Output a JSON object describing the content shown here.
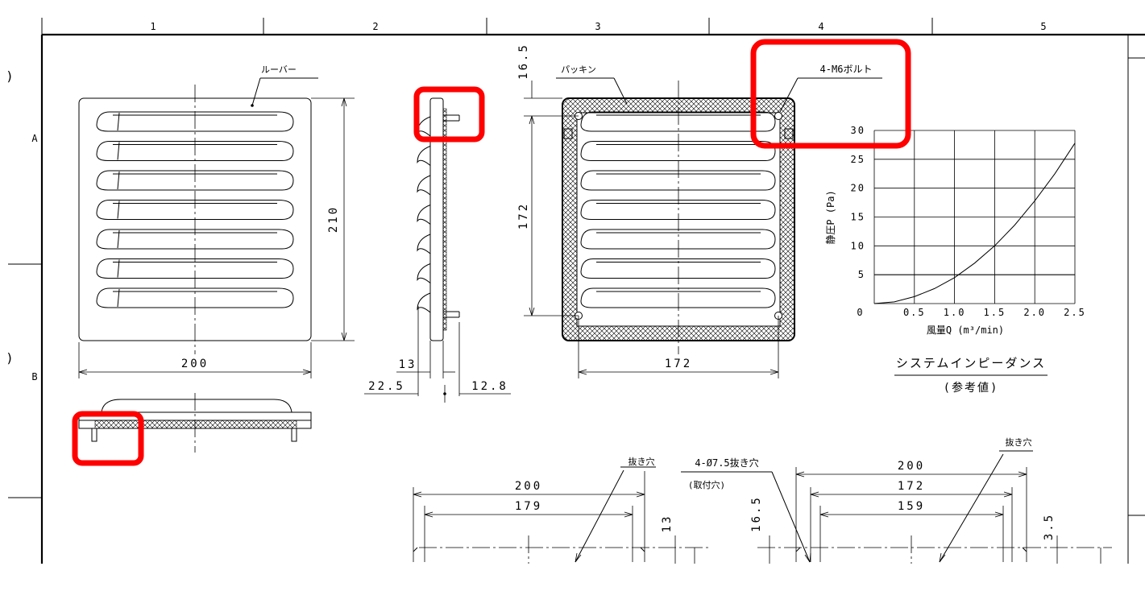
{
  "title_block": {
    "columns": [
      "1",
      "2",
      "3",
      "4",
      "5"
    ],
    "rows": [
      "A",
      "B"
    ],
    "edge_marks": [
      ")",
      ")"
    ]
  },
  "front_view": {
    "louver_label": "ルーバー",
    "width_dim": "200",
    "height_dim": "210"
  },
  "side_view": {
    "dim_13": "13",
    "dim_22_5": "22.5",
    "dim_12_8": "12.8"
  },
  "back_view": {
    "packing_label": "パッキン",
    "bolt_label": "4-M6ボルト",
    "dim_16_5": "16.5",
    "dim_172_v": "172",
    "dim_172_h": "172"
  },
  "bottom_sections": {
    "left_hole_label": "抜き穴",
    "mount_hole_label": "4-Ø7.5抜き穴",
    "mount_hole_sub": "(取付穴)",
    "right_hole_label": "抜き穴",
    "left_dims": [
      "200",
      "179",
      "13"
    ],
    "right_dims": [
      "200",
      "172",
      "159",
      "16.5",
      "3.5"
    ]
  },
  "chart_data": {
    "type": "line",
    "title": "システムインピーダンス",
    "subtitle": "(参考値)",
    "xlabel": "風量Q (m³/min)",
    "ylabel": "静圧P (Pa)",
    "xlim": [
      0,
      2.5
    ],
    "ylim": [
      0,
      30
    ],
    "x_ticks": [
      "0",
      "0.5",
      "1.0",
      "1.5",
      "2.0",
      "2.5"
    ],
    "y_ticks": [
      "5",
      "10",
      "15",
      "20",
      "25",
      "30"
    ],
    "y_zero_label": "0",
    "grid": true,
    "series": [
      {
        "x": [
          0,
          0.25,
          0.5,
          0.75,
          1.0,
          1.25,
          1.5,
          1.75,
          2.0,
          2.25,
          2.5
        ],
        "y": [
          0,
          0.3,
          1.2,
          2.6,
          4.5,
          7.0,
          10.0,
          13.6,
          17.8,
          22.5,
          27.8
        ]
      }
    ]
  },
  "highlight_color": "#ff0000"
}
